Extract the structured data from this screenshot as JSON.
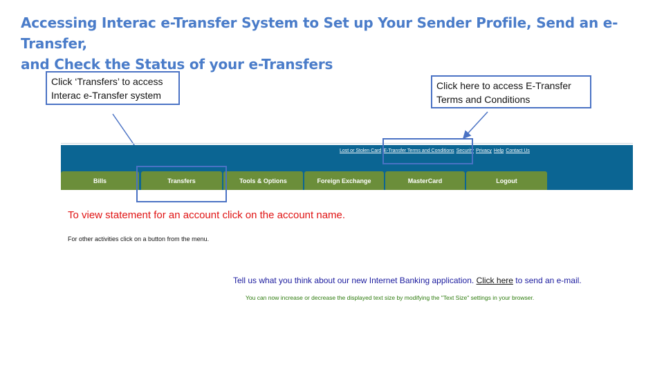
{
  "slide": {
    "title_line1": "Accessing Interac e-Transfer System to Set up Your Sender Profile, Send an e-Transfer,",
    "title_line2": "and Check the Status of your e-Transfers"
  },
  "callouts": {
    "transfers_line1": "Click ‘Transfers’ to access",
    "transfers_line2": "Interac e-Transfer system",
    "terms_line1": "Click here to access E-Transfer",
    "terms_line2": "Terms and Conditions"
  },
  "header_links": {
    "lost_card": "Lost or Stolen Card",
    "etransfer_terms": "E-Transfer Terms and Conditions",
    "security": "Security",
    "privacy": "Privacy",
    "help": "Help",
    "contact": "Contact Us"
  },
  "nav": {
    "bills": "Bills",
    "transfers": "Transfers",
    "tools": "Tools & Options",
    "forex": "Foreign Exchange",
    "mastercard": "MasterCard",
    "logout": "Logout"
  },
  "main": {
    "view_statement": "To view statement for an account click on the account name.",
    "other_activities": "For other activities click on a button from the menu.",
    "feedback_prefix": "Tell us what you think about our new Internet Banking application. ",
    "feedback_link": "Click here",
    "feedback_suffix": " to send an e-mail.",
    "text_size_note": "You can now increase or decrease the displayed text size by modifying the \"Text Size\" settings in your browser."
  },
  "colors": {
    "header_blue": "#0b6593",
    "nav_green": "#6b8e3a",
    "callout_border": "#4a72c4",
    "title_blue": "#4a7cc9"
  }
}
